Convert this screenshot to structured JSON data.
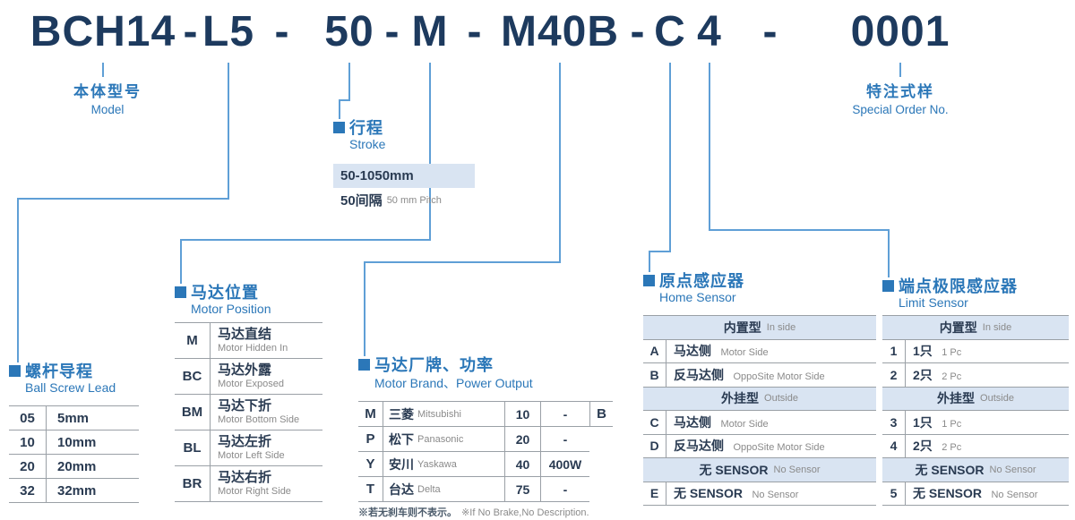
{
  "title": {
    "segments": [
      "BCH14",
      "L5",
      "50",
      "M",
      "M40B",
      "C",
      "4",
      "0001"
    ],
    "separator": "-"
  },
  "model": {
    "zh": "本体型号",
    "en": "Model"
  },
  "special": {
    "zh": "特注式样",
    "en": "Special Order No."
  },
  "stroke": {
    "zh": "行程",
    "en": "Stroke",
    "range": "50-1050mm",
    "pitch_zh": "50间隔",
    "pitch_en": "50 mm Pitch"
  },
  "lead": {
    "zh": "螺杆导程",
    "en": "Ball Screw Lead",
    "rows": [
      {
        "code": "05",
        "value": "5mm"
      },
      {
        "code": "10",
        "value": "10mm"
      },
      {
        "code": "20",
        "value": "20mm"
      },
      {
        "code": "32",
        "value": "32mm"
      }
    ]
  },
  "motor_position": {
    "zh": "马达位置",
    "en": "Motor Position",
    "rows": [
      {
        "code": "M",
        "zh": "马达直结",
        "en": "Motor Hidden In"
      },
      {
        "code": "BC",
        "zh": "马达外露",
        "en": "Motor Exposed"
      },
      {
        "code": "BM",
        "zh": "马达下折",
        "en": "Motor Bottom Side"
      },
      {
        "code": "BL",
        "zh": "马达左折",
        "en": "Motor Left Side"
      },
      {
        "code": "BR",
        "zh": "马达右折",
        "en": "Motor Right Side"
      }
    ]
  },
  "brand": {
    "zh": "马达厂牌、功率",
    "en": "Motor Brand、Power Output",
    "rows": [
      {
        "code": "M",
        "zh": "三菱",
        "en": "Mitsubishi",
        "power": "10",
        "watt": "-"
      },
      {
        "code": "P",
        "zh": "松下",
        "en": "Panasonic",
        "power": "20",
        "watt": "-"
      },
      {
        "code": "Y",
        "zh": "安川",
        "en": "Yaskawa",
        "power": "40",
        "watt": "400W"
      },
      {
        "code": "T",
        "zh": "台达",
        "en": "Delta",
        "power": "75",
        "watt": "-"
      }
    ],
    "brake": "B",
    "note_zh": "※若无刹车则不表示。",
    "note_en": "※If No Brake,No Description."
  },
  "home_sensor": {
    "zh": "原点感应器",
    "en": "Home Sensor",
    "group1_zh": "内置型",
    "group1_en": "In side",
    "group2_zh": "外挂型",
    "group2_en": "Outside",
    "group3_zh": "无 SENSOR",
    "group3_en": "No Sensor",
    "rows": [
      {
        "code": "A",
        "zh": "马达侧",
        "en": "Motor Side"
      },
      {
        "code": "B",
        "zh": "反马达侧",
        "en": "OppoSite Motor Side"
      },
      {
        "code": "C",
        "zh": "马达侧",
        "en": "Motor Side"
      },
      {
        "code": "D",
        "zh": "反马达侧",
        "en": "OppoSite Motor Side"
      },
      {
        "code": "E",
        "zh": "无 SENSOR",
        "en": "No Sensor"
      }
    ]
  },
  "limit_sensor": {
    "zh": "端点极限感应器",
    "en": "Limit Sensor",
    "group1_zh": "内置型",
    "group1_en": "In side",
    "group2_zh": "外挂型",
    "group2_en": "Outside",
    "group3_zh": "无 SENSOR",
    "group3_en": "No Sensor",
    "rows": [
      {
        "code": "1",
        "zh": "1只",
        "en": "1 Pc"
      },
      {
        "code": "2",
        "zh": "2只",
        "en": "2 Pc"
      },
      {
        "code": "3",
        "zh": "1只",
        "en": "1 Pc"
      },
      {
        "code": "4",
        "zh": "2只",
        "en": "2 Pc"
      },
      {
        "code": "5",
        "zh": "无 SENSOR",
        "en": "No Sensor"
      }
    ]
  },
  "colors": {
    "accent_blue": "#2b77b8",
    "title_navy": "#1d3a5e",
    "shade": "#d9e4f2",
    "connector": "#5f9fd6"
  }
}
